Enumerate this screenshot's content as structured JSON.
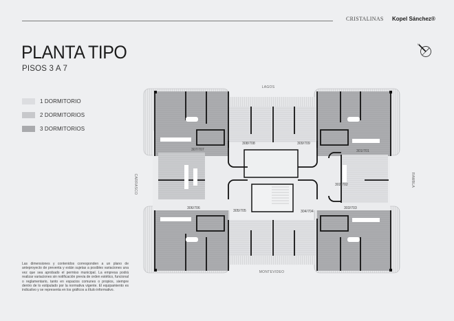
{
  "header": {
    "brand_primary": "CRISTALINAS",
    "brand_secondary": "Kopel Sánchez®",
    "title": "PLANTA TIPO",
    "subtitle": "PISOS 3 A 7",
    "compass_icon": "north-arrow-icon"
  },
  "legend": {
    "items": [
      {
        "label": "1 DORMITORIO",
        "color": "#dcdde0"
      },
      {
        "label": "2 DORMITORIOS",
        "color": "#c7c8cb"
      },
      {
        "label": "3 DORMITORIOS",
        "color": "#a9aaad"
      }
    ]
  },
  "disclaimer": "Las dimensiones y contenidos corresponden a un plano de anteproyecto de preventa y están sujetas a posibles variaciones una vez que sea aprobado el permiso municipal. La empresa podrá realizar variaciones sin notificación previa de orden estético, funcional o reglamentario, tanto en espacios comunes o propios, siempre dentro de lo estipulado por la normativa vigente. El equipamiento es indicativo y se representa en los gráficos a título informativo.",
  "plan": {
    "streets": {
      "top": "LAGOS",
      "bottom": "MONTEVIDEO",
      "left": "CARRASCO",
      "right": "RAMBLA"
    },
    "units": [
      {
        "id": "301/701"
      },
      {
        "id": "302/702"
      },
      {
        "id": "303/703"
      },
      {
        "id": "304/704"
      },
      {
        "id": "305/705"
      },
      {
        "id": "306/706"
      },
      {
        "id": "307/707"
      },
      {
        "id": "308/708"
      },
      {
        "id": "309/709"
      }
    ],
    "colors": {
      "one_bedroom": "#dcdde0",
      "two_bedroom": "#c7c8cb",
      "three_bedroom": "#a9aaad",
      "wall": "#111111",
      "terrace": "#e4e5e7"
    }
  }
}
